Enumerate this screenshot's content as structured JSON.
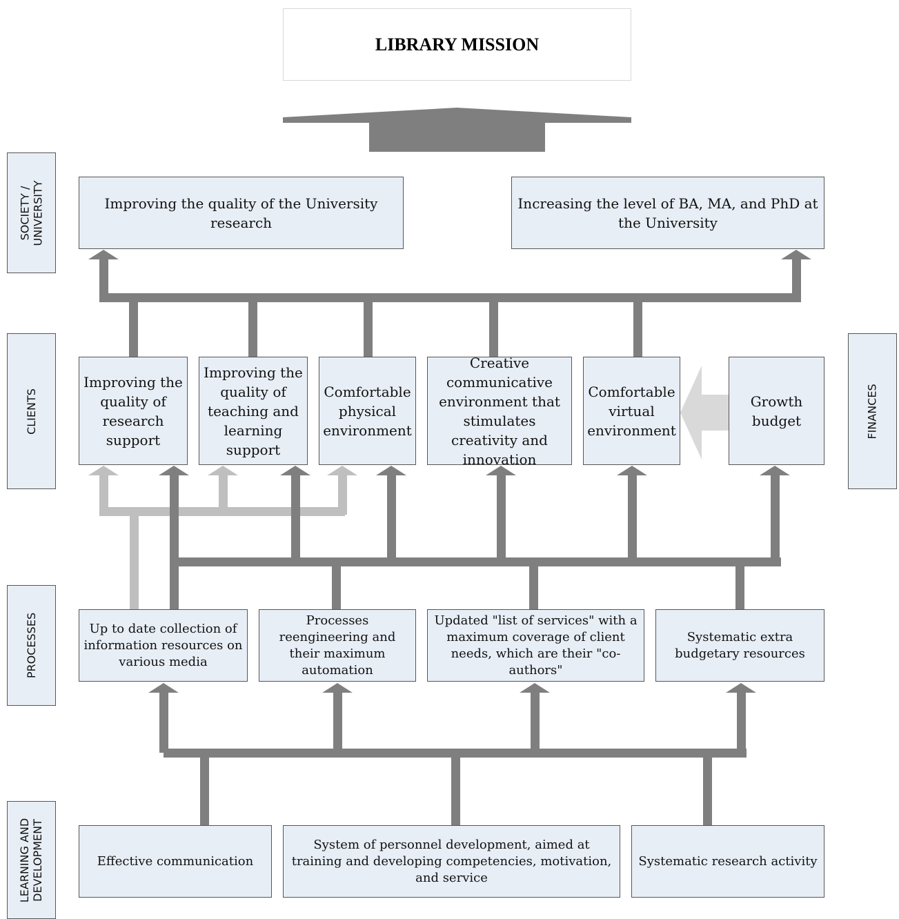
{
  "mission": "LIBRARY MISSION",
  "perspectives": {
    "society": [
      "SOCIETY /",
      "UNIVERSITY"
    ],
    "clients": "CLIENTS",
    "processes": "PROCESSES",
    "learning": [
      "LEARNING AND",
      "DEVELOPMENT"
    ],
    "finances": "FINANCES"
  },
  "society": {
    "research_quality": "Improving the quality of the University research",
    "degree_level": "Increasing the level of BA, MA, and PhD at the University"
  },
  "clients": {
    "research_support": "Improving the quality of research support",
    "teaching_support": "Improving the quality of teaching and learning support",
    "physical_env": "Comfortable physical environment",
    "creative_env": "Creative communicative environment that stimulates creativity and innovation",
    "virtual_env": "Comfortable virtual environment",
    "growth_budget": "Growth budget"
  },
  "processes": {
    "collection": "Up to date collection of information resources on various media",
    "reengineering": "Processes reengineering and their maximum automation",
    "services": "Updated \"list of services\" with a maximum coverage of client needs, which are their \"co-authors\"",
    "extra_budget": "Systematic extra budgetary resources"
  },
  "learning": {
    "communication": "Effective communication",
    "personnel": "System of personnel development, aimed at training and developing competencies, motivation, and service",
    "research_activity": "Systematic research activity"
  },
  "colors": {
    "arrow_dark": "#7f7f7f",
    "arrow_light": "#bfbfbf",
    "arrow_budget": "#d9d9d9",
    "box_fill": "#e8eef6",
    "box_border": "#555555"
  }
}
